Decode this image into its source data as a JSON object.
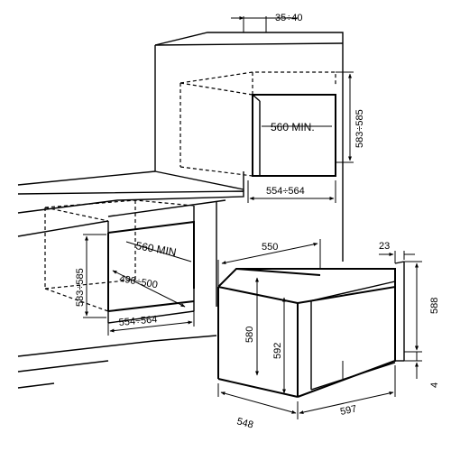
{
  "labels": {
    "top_gap": "35÷40",
    "upper_min": "560 MIN.",
    "upper_height": "583÷585",
    "upper_width": "554÷564",
    "lower_min": "560 MIN",
    "lower_height": "583÷585",
    "lower_depth": "490÷500",
    "lower_width": "554÷564",
    "oven_depth_top": "550",
    "oven_front_offset": "23",
    "oven_height_right": "588",
    "oven_body_height": "580",
    "oven_inner_height": "592",
    "oven_bottom_offset": "4",
    "oven_depth_bottom": "548",
    "oven_width_bottom": "597"
  }
}
